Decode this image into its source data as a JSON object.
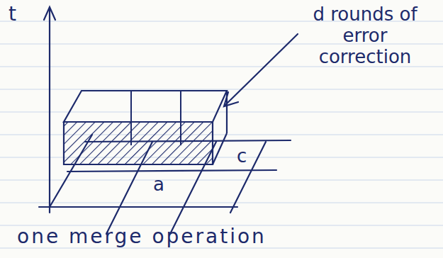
{
  "diagram": {
    "labels": [
      "t",
      "d rounds of error correction",
      "c",
      "a",
      "one merge operation"
    ]
  }
}
